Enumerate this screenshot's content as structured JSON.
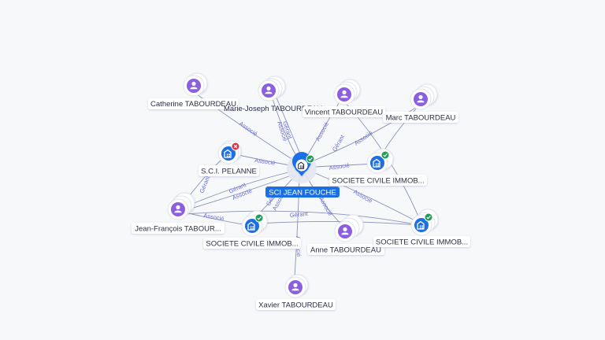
{
  "center": {
    "label": "SCI JEAN FOUCHE",
    "icon": "building-icon",
    "status": "verified-check"
  },
  "nodes": [
    {
      "id": "catherine",
      "label": "Catherine TABOURDEAU",
      "kind": "person"
    },
    {
      "id": "marie",
      "label": "Marie-Joseph TABOURDEAU",
      "kind": "person"
    },
    {
      "id": "vincent",
      "label": "Vincent TABOURDEAU",
      "kind": "person"
    },
    {
      "id": "marc",
      "label": "Marc TABOURDEAU",
      "kind": "person"
    },
    {
      "id": "pelanne",
      "label": "S.C.I. PELANNE",
      "kind": "company",
      "status": "closed"
    },
    {
      "id": "sci1",
      "label": "SOCIETE CIVILE IMMOB...",
      "kind": "company",
      "status": "active"
    },
    {
      "id": "jf",
      "label": "Jean-François TABOUR...",
      "kind": "person"
    },
    {
      "id": "sci2",
      "label": "SOCIETE CIVILE IMMOB...",
      "kind": "company",
      "status": "active"
    },
    {
      "id": "anne",
      "label": "Anne TABOURDEAU",
      "kind": "person"
    },
    {
      "id": "sci3",
      "label": "SOCIETE CIVILE IMMOB...",
      "kind": "company",
      "status": "active"
    },
    {
      "id": "xavier",
      "label": "Xavier TABOURDEAU",
      "kind": "person"
    }
  ],
  "edge_labels": [
    "Associé",
    "Gérant"
  ],
  "colors": {
    "person": "#8c5fe0",
    "company": "#1f6fe0",
    "center": "#1a6fe5",
    "active": "#1f9d55",
    "closed": "#d9344a",
    "edge": "#8a93b8",
    "edge_label": "#6b6fd8"
  }
}
